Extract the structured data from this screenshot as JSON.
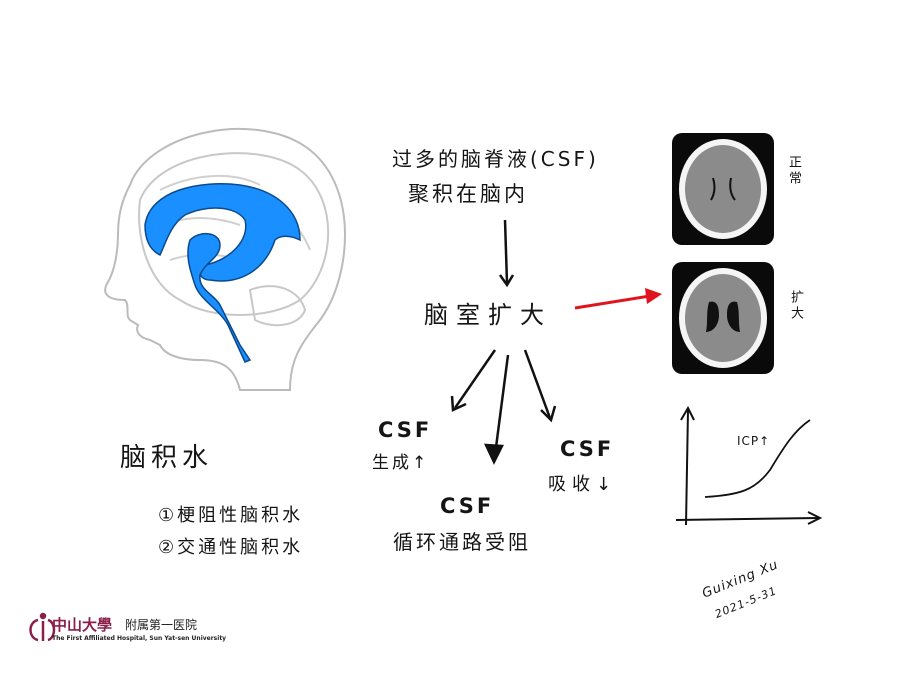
{
  "top_text": {
    "line1": "过多的脑脊液(CSF)",
    "line2": "聚积在脑内"
  },
  "center_text": "脑室扩大",
  "causes": {
    "production": {
      "title": "CSF",
      "sub": "生成↑"
    },
    "obstruction": {
      "title": "CSF",
      "sub": "循环通路受阻"
    },
    "absorption": {
      "title": "CSF",
      "sub": "吸收↓"
    }
  },
  "hydrocephalus": {
    "title": "脑积水",
    "types": [
      "①梗阻性脑积水",
      "②交通性脑积水"
    ]
  },
  "ct_labels": {
    "normal": "正常",
    "enlarged": "扩大"
  },
  "graph_label": "ICP↑",
  "signature": {
    "name": "Guixing Xu",
    "date": "2021-5-31"
  },
  "logo": {
    "cn_name": "中山大學",
    "cn_sub": "附属第一医院",
    "en_name": "The First Affiliated Hospital, Sun Yat-sen University"
  },
  "colors": {
    "ventricle": "#1a8fff",
    "arrow_red": "#e0141e",
    "logo": "#8a1f4a"
  }
}
